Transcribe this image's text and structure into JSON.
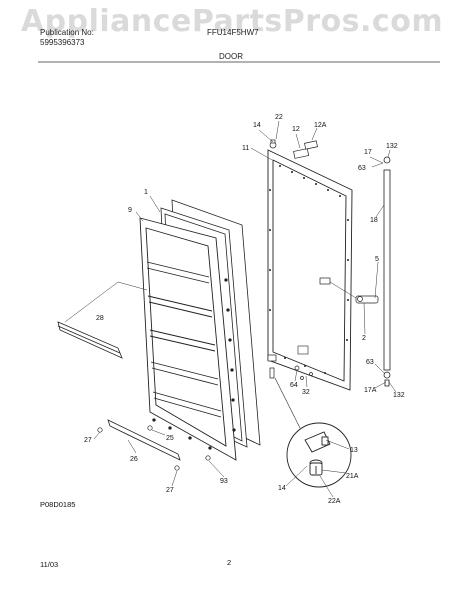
{
  "header": {
    "publication_label": "Publication No:",
    "publication_number": "5995396373",
    "model": "FFU14F5HW7",
    "section_title": "DOOR"
  },
  "watermark": "AppliancePartsPros.com",
  "diagram": {
    "callouts": [
      "1",
      "9",
      "28",
      "27",
      "25",
      "26",
      "27",
      "93",
      "11",
      "14",
      "22",
      "12",
      "12A",
      "17",
      "132",
      "63",
      "18",
      "5",
      "2",
      "64",
      "32",
      "63",
      "17A",
      "132",
      "13",
      "21A",
      "14",
      "22A"
    ],
    "figure_code": "P08D0185"
  },
  "footer": {
    "date": "11/03",
    "page": "2"
  }
}
